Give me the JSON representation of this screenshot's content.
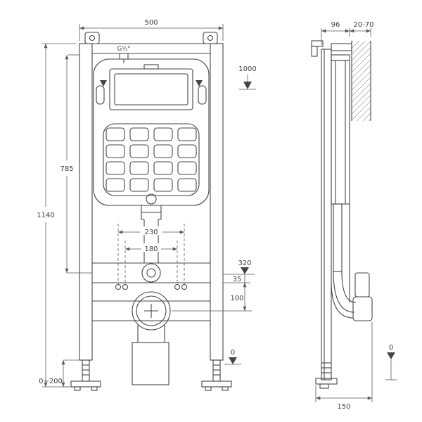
{
  "drawing": {
    "title": "concealed-cistern-frame-technical-drawing",
    "front": {
      "thread": "G½\"",
      "width": "500",
      "total_height": "1140",
      "cistern_height": "785",
      "supply_height": "1000",
      "flush_outer": "230",
      "flush_inner": "180",
      "fixing_height": "320",
      "offset_small": "35",
      "outlet_offset": "100",
      "foot_range": "0~200",
      "floor": "0"
    },
    "side": {
      "depth": "96",
      "wall_range": "20-70",
      "floor": "0",
      "outlet_depth": "150"
    },
    "colors": {
      "line": "#41464c",
      "dim": "#55595f",
      "background": "#ffffff"
    }
  }
}
